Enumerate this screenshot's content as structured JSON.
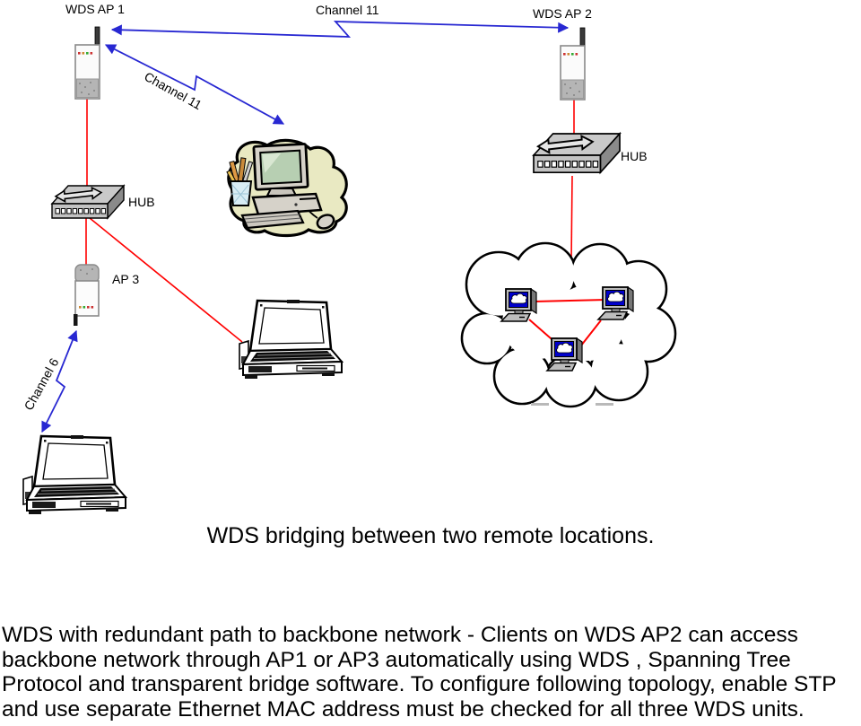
{
  "diagram": {
    "labels": {
      "wds_ap1": "WDS AP 1",
      "channel11_top": "Channel 11",
      "wds_ap2": "WDS AP 2",
      "channel11_diagonal": "Channel 11",
      "hub_left": "HUB",
      "ap3": "AP 3",
      "hub_right": "HUB",
      "channel6": "Channel 6"
    },
    "caption": "WDS bridging between two remote locations.",
    "colors": {
      "wireless_link_blue": "#2828d2",
      "wired_link_red": "#ff0000",
      "cloud_pc_screen_blue": "#0000cc",
      "clipart_blob_yellow": "#e9e9c2",
      "clipart_screen_green": "#b7cfb2"
    },
    "icons": [
      "access-point-icon",
      "hub-icon",
      "desktop-computer-icon",
      "laptop-icon",
      "network-cloud-icon",
      "network-pc-icon",
      "wireless-link-arrow",
      "ethernet-link-line"
    ]
  },
  "description": {
    "lines": [
      "WDS with redundant path to backbone network - Clients on WDS AP2 can access",
      "backbone network through AP1 or AP3 automatically using WDS , Spanning Tree",
      "Protocol and transparent bridge software. To configure following topology, enable STP",
      "and use separate Ethernet MAC address must be checked for all three WDS units."
    ]
  }
}
